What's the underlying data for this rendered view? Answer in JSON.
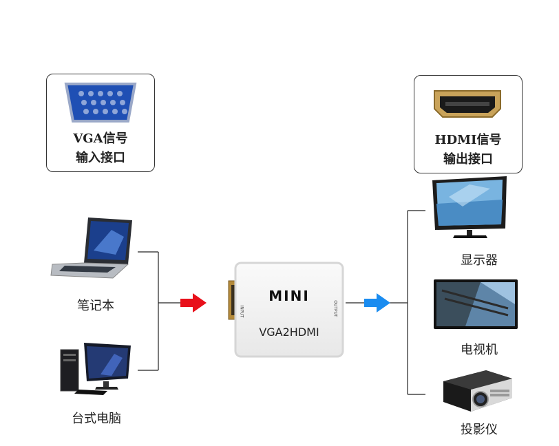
{
  "vga_box": {
    "line1": "VGA信号",
    "line2": "输入接口"
  },
  "hdmi_box": {
    "line1": "HDMI信号",
    "line2": "输出接口"
  },
  "inputs": [
    {
      "label": "笔记本",
      "icon": "laptop-icon"
    },
    {
      "label": "台式电脑",
      "icon": "desktop-computer-icon"
    }
  ],
  "outputs": [
    {
      "label": "显示器",
      "icon": "monitor-icon"
    },
    {
      "label": "电视机",
      "icon": "tv-icon"
    },
    {
      "label": "投影仪",
      "icon": "projector-icon"
    }
  ],
  "device": {
    "brand": "MINI",
    "model": "VGA2HDMI",
    "input_port": "INPUT",
    "output_port": "OUTPUT"
  },
  "colors": {
    "input_arrow": "#e8101a",
    "output_arrow": "#1a8cf0",
    "vga_blue": "#1f4fb4"
  }
}
